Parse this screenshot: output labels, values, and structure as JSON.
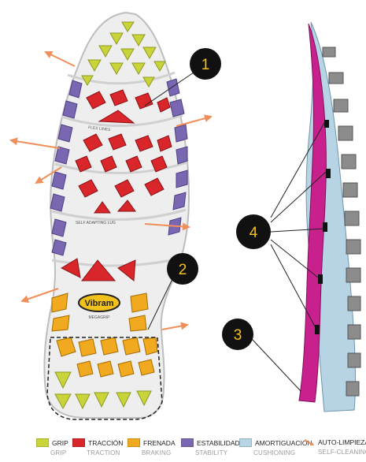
{
  "callouts": [
    "1",
    "2",
    "3",
    "4"
  ],
  "sole_labels": {
    "flex_lines": "FLEX LINES",
    "self_adapting": "SELF ADAPTING LUG",
    "brand": "Vibram",
    "compound": "MEGAGRIP"
  },
  "legend": [
    {
      "label": "GRIP",
      "sub": "GRIP",
      "color": "#c9d43a"
    },
    {
      "label": "TRACCIÓN",
      "sub": "TRACTION",
      "color": "#d8262a"
    },
    {
      "label": "FRENADA",
      "sub": "BRAKING",
      "color": "#f1a91f"
    },
    {
      "label": "ESTABILIDAD",
      "sub": "STABILITY",
      "color": "#7a67b2"
    },
    {
      "label": "AMORTIGUACIÓN",
      "sub": "CUSHIONING",
      "color": "#b7d4e4"
    },
    {
      "label": "AUTO-LIMPIEZA",
      "sub": "SELF-CLEANING",
      "color": "#f08f5a",
      "icon": "arrow-icon"
    }
  ],
  "colors": {
    "grip": "#c9d43a",
    "traction": "#d8262a",
    "braking": "#f1a91f",
    "stability": "#7a67b2",
    "cushioning": "#b7d4e4",
    "self_cleaning": "#f08f5a",
    "midsole_magenta": "#c8218e",
    "lug_grey": "#8c8c8c",
    "callout_bg": "#111111",
    "callout_text": "#f4c21b"
  }
}
